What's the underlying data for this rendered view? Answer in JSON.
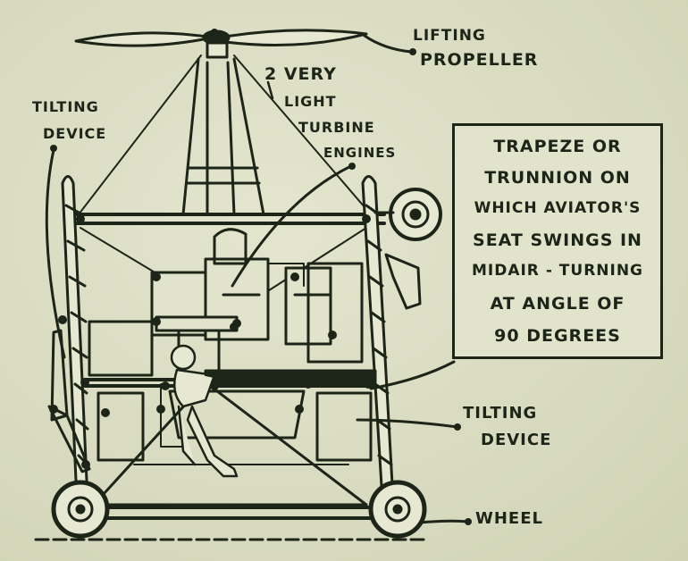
{
  "labels": {
    "lifting_propeller_1": "LIFTING",
    "lifting_propeller_2": "PROPELLER",
    "turbine_1": "2 VERY",
    "turbine_2": "LIGHT",
    "turbine_3": "TURBINE",
    "turbine_4": "ENGINES",
    "tilting_left_1": "TILTING",
    "tilting_left_2": "DEVICE",
    "tilting_right_1": "TILTING",
    "tilting_right_2": "DEVICE",
    "wheel": "WHEEL"
  },
  "callout": {
    "lines": [
      "TRAPEZE OR",
      "TRUNNION ON",
      "WHICH AVIATOR'S",
      "SEAT SWINGS IN",
      "MIDAIR - TURNING",
      "AT ANGLE OF",
      "90 DEGREES"
    ]
  },
  "colors": {
    "ink": "#1d2418",
    "paper": "#d9dcc3"
  }
}
